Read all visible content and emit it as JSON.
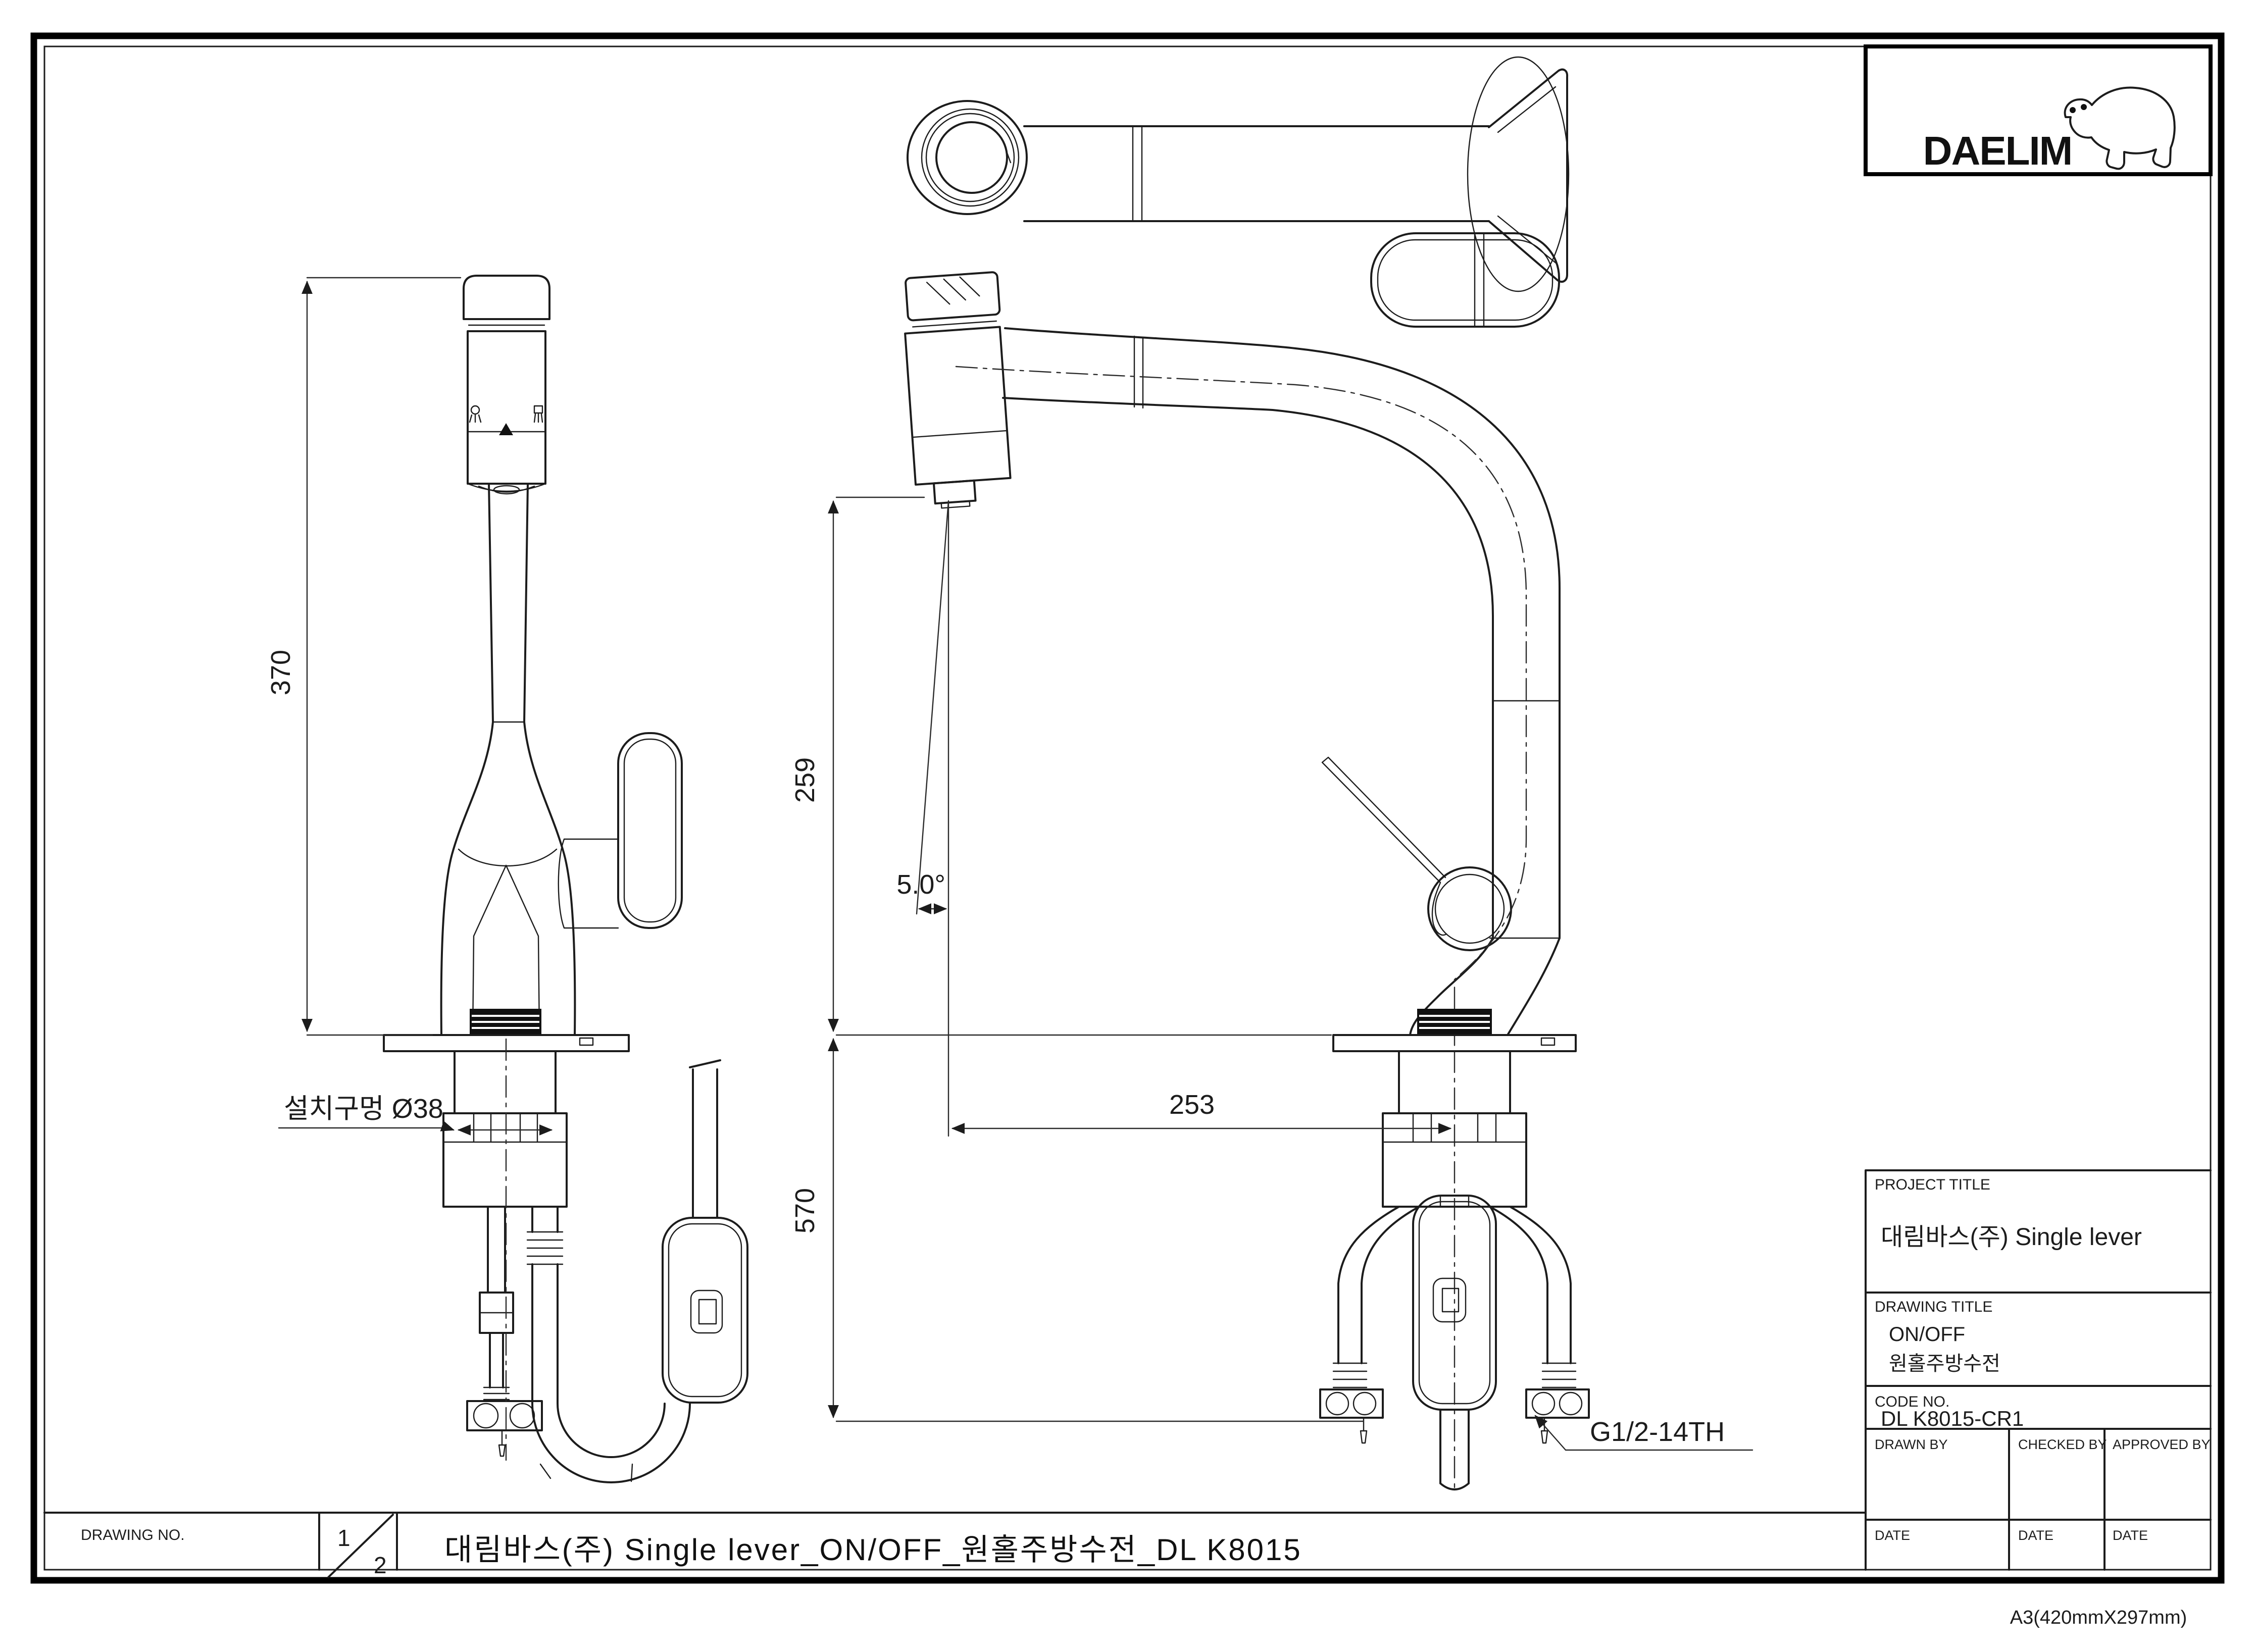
{
  "page": {
    "paper_note": "A3(420mmX297mm)"
  },
  "logo": {
    "brand": "DAELIM",
    "icon": "polar-bear-icon"
  },
  "title_block": {
    "project_title_label": "PROJECT TITLE",
    "project_title": "대림바스(주) Single lever",
    "drawing_title_label": "DRAWING TITLE",
    "drawing_title_line1": "ON/OFF",
    "drawing_title_line2": "원홀주방수전",
    "code_no_label": "CODE NO.",
    "code_no": "DL K8015-CR1",
    "drawn_by_label": "DRAWN BY",
    "checked_by_label": "CHECKED BY",
    "approved_by_label": "APPROVED BY",
    "date_labels": [
      "DATE",
      "DATE",
      "DATE"
    ]
  },
  "title_bar": {
    "drawing_no_label": "DRAWING NO.",
    "sheet_current": "1",
    "sheet_total": "2",
    "title": "대림바스(주)  Single  lever_ON/OFF_원홀주방수전_DL  K8015"
  },
  "dimensions": {
    "overall_height": "370",
    "spout_height": "259",
    "below_counter_depth": "570",
    "spout_reach": "253",
    "spout_angle": "5.0°",
    "mounting_hole": "설치구멍 Ø38",
    "thread_spec": "G1/2-14TH"
  },
  "colors": {
    "line": "#1c1c1c",
    "background": "#ffffff"
  }
}
